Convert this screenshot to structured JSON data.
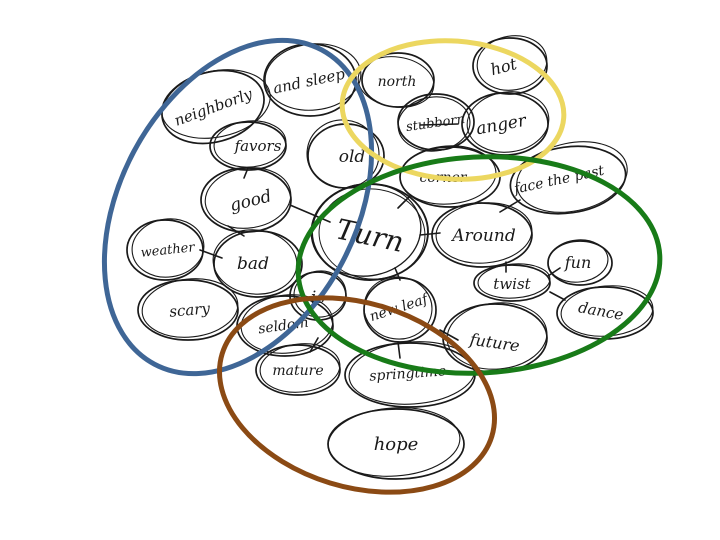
{
  "words": {
    "neighborly": "neighborly",
    "and_sleep": "and sleep",
    "north": "north",
    "hot": "hot",
    "stubborn": "stubborn",
    "anger": "anger",
    "favors": "favors",
    "old": "old",
    "corner": "corner",
    "face_the_past": "face the past",
    "good": "good",
    "turn": "Turn",
    "around": "Around",
    "weather": "weather",
    "bad": "bad",
    "fun": "fun",
    "twist": "twist",
    "scary": "scary",
    "is": "is",
    "new_leaf": "new leaf",
    "dance": "dance",
    "seldom": "seldom",
    "future": "future",
    "mature": "mature",
    "springtime": "springtime",
    "hope": "hope"
  },
  "colors": {
    "ink": "#1a1a1a",
    "blue_group": "#3f6696",
    "yellow_group": "#ecd760",
    "green_group": "#187b18",
    "brown_group": "#8b4a14"
  }
}
